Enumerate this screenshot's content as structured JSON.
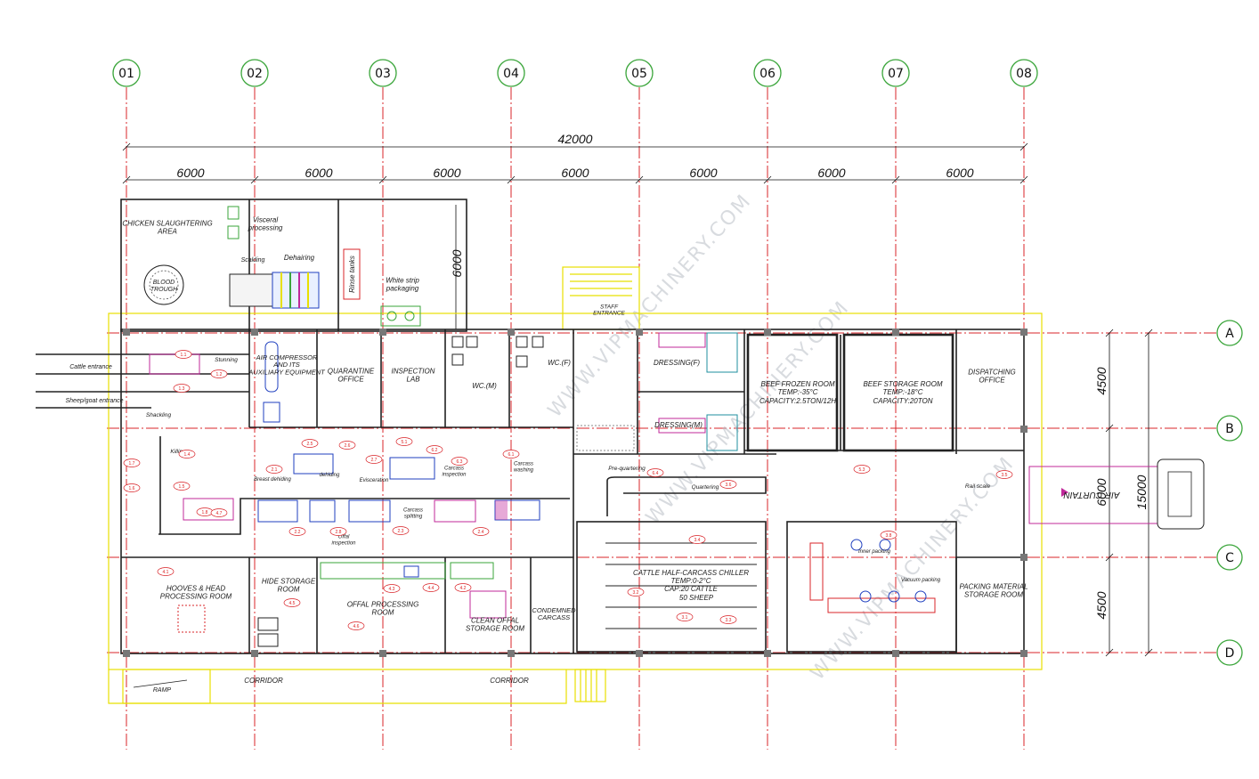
{
  "grid_columns": [
    "01",
    "02",
    "03",
    "04",
    "05",
    "06",
    "07",
    "08"
  ],
  "grid_rows": [
    "A",
    "B",
    "C",
    "D"
  ],
  "dimensions": {
    "overall": "42000",
    "bays": [
      "6000",
      "6000",
      "6000",
      "6000",
      "6000",
      "6000",
      "6000"
    ],
    "chicken_depth": "6000",
    "row_spans": [
      "4500",
      "6000",
      "4500"
    ],
    "overall_depth": "15000"
  },
  "rooms": {
    "chicken_area": "CHICKEN SLAUGHTERING AREA",
    "blood_trough": "BLOOD TROUGH",
    "visceral": "Visceral processing",
    "scalding": "Scalding",
    "dehairing": "Dehairing",
    "rinse_tanks": "Rinse tanks",
    "white_strip": "White strip packaging",
    "air_compressor": "AIR COMPRESSOR AND ITS AUXILIARY EQUIPMENT",
    "quarantine": "QUARANTINE OFFICE",
    "inspection_lab": "INSPECTION LAB",
    "wc_m": "WC.(M)",
    "wc_f": "WC.(F)",
    "staff_entrance": "STAFF ENTRANCE",
    "dressing_f": "DRESSING(F)",
    "dressing_m": "DRESSING(M)",
    "beef_frozen": "BEEF FROZEN ROOM",
    "beef_frozen_temp": "TEMP:-35°C",
    "beef_frozen_cap": "CAPACITY:2.5TON/12H",
    "beef_storage": "BEEF STORAGE ROOM",
    "beef_storage_temp": "TEMP:-18°C",
    "beef_storage_cap": "CAPACITY:20TON",
    "dispatching": "DISPATCHING OFFICE",
    "cattle_entrance": "Cattle entrance",
    "sheep_entrance": "Sheep/goat entrance",
    "stunning": "Stunning",
    "shackling": "Shackling",
    "killing": "Killing",
    "breast_dehiding": "Breast dehiding",
    "dehiding": "dehiding",
    "evisceration": "Evisceration",
    "carcass_inspection": "Carcass inspection",
    "carcass_splitting": "Carcass splitting",
    "offal_inspection": "Offal inspection",
    "carcass_washing": "Carcass washing",
    "pre_quartering": "Pre-quartering",
    "quartering": "Quartering",
    "rail_scale": "Rail scale",
    "air_curtain": "AIR CURTAIN",
    "chiller": "CATTLE HALF-CARCASS CHILLER",
    "chiller_temp": "TEMP:0-2°C",
    "chiller_cap1": "CAP:20 CATTLE",
    "chiller_cap2": "50 SHEEP",
    "inner_packing": "Inner packing",
    "vacuum_packing": "Vacuum packing",
    "hooves_head": "HOOVES & HEAD PROCESSING ROOM",
    "hide_storage": "HIDE STORAGE ROOM",
    "offal_processing": "OFFAL PROCESSING ROOM",
    "clean_offal": "CLEAN OFFAL STORAGE ROOM",
    "condemned": "CONDEMNED CARCASS",
    "packing_material": "PACKING MATERIAL STORAGE ROOM",
    "corridor": "CORRIDOR",
    "ramp": "RAMP"
  },
  "watermark": "WWW.VIPMACHINERY.COM",
  "colors": {
    "axis": "#d9252a",
    "wall": "#222222",
    "yellow": "#e8e000",
    "green": "#3aa53a",
    "blue": "#1f3fbf",
    "magenta": "#c0289a",
    "dim": "#111111"
  },
  "callouts": [
    "1.1",
    "1.2",
    "1.3",
    "1.4",
    "1.5",
    "1.6",
    "1.7",
    "1.8",
    "2.1",
    "2.2",
    "2.3",
    "2.4",
    "2.5",
    "2.6",
    "2.7",
    "2.8",
    "3.1",
    "3.2",
    "3.3",
    "3.4",
    "3.5",
    "3.6",
    "3.8",
    "4.1",
    "4.2",
    "4.3",
    "4.4",
    "4.5",
    "4.6",
    "4.7",
    "5.1",
    "5.3",
    "6.1",
    "6.2",
    "6.3",
    "6.4"
  ]
}
